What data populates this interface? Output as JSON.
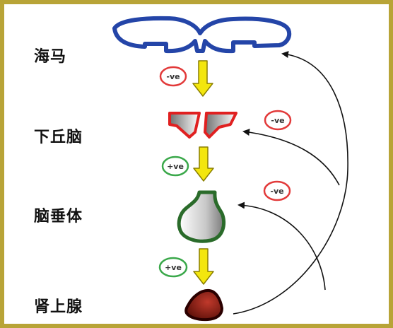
{
  "organs": [
    {
      "label": "海马"
    },
    {
      "label": "下丘脑"
    },
    {
      "label": "脑垂体"
    },
    {
      "label": "肾上腺"
    }
  ],
  "arrows": [
    {
      "sign": "-ve",
      "effect": "negative"
    },
    {
      "sign": "+ve",
      "effect": "positive"
    },
    {
      "sign": "+ve",
      "effect": "positive"
    }
  ],
  "feedback": [
    {
      "sign": "-ve",
      "target": "下丘脑"
    },
    {
      "sign": "-ve",
      "target": "脑垂体"
    },
    {
      "target": "海马"
    }
  ],
  "colors": {
    "frame": "#b8a437",
    "hippocampus_outline": "#2445a8",
    "hypothalamus_outline": "#e02020",
    "pituitary_outline": "#2a6b2a",
    "adrenal_fill": "#8b1a10",
    "arrow_fill": "#f3e60e",
    "arrow_stroke": "#8a7f00",
    "negative_badge": "#e23a3a",
    "positive_badge": "#3aa84a"
  }
}
